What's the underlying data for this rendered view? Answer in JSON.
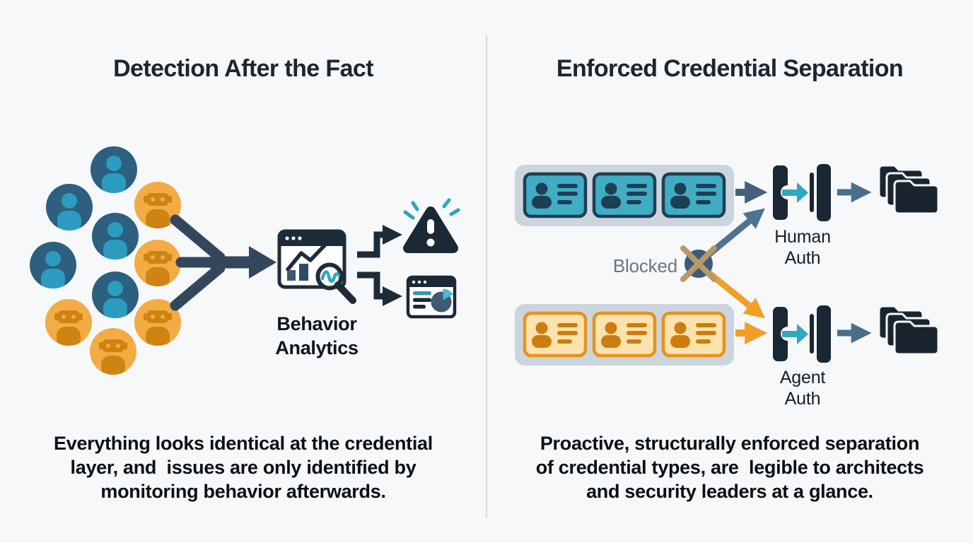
{
  "panels": {
    "left": {
      "title": "Detection After the Fact",
      "analytics_label": [
        "Behavior",
        "Analytics"
      ],
      "caption": [
        "Everything looks identical at the credential",
        "layer, and  issues are only identified by",
        "monitoring behavior afterwards."
      ]
    },
    "right": {
      "title": "Enforced Credential Separation",
      "blocked_label": "Blocked",
      "human_auth_label": [
        "Human",
        "Auth"
      ],
      "agent_auth_label": [
        "Agent",
        "Auth"
      ],
      "caption": [
        "Proactive, structurally enforced separation",
        "of credential types, are  legible to architects",
        "and security leaders at a glance."
      ]
    }
  },
  "icons": {
    "user-icon": "person silhouette in dark blue circle",
    "robot-icon": "robot face in orange circle",
    "merge-arrow-icon": "three paths merging into one right arrow",
    "behavior-analytics-icon": "browser window with line chart, bars and magnifier",
    "alert-triangle-icon": "dark warning triangle with exclamation and teal sparks",
    "report-icon": "browser window with list lines and pie chart",
    "human-credential-card-icon": "blue ID badge card",
    "agent-credential-card-icon": "orange ID badge card",
    "blocked-x-icon": "dark circle with tan X cross",
    "auth-gate-icon": "two dark pillars with teal pass-through arrow",
    "folder-stack-icon": "stack of three dark folders",
    "arrow-icon": "right-pointing arrow"
  },
  "colors": {
    "background": "#f6f8f9",
    "divider": "#d5d9dc",
    "title_text": "#1c2630",
    "caption_text": "#0a1016",
    "muted_text": "#6b7681",
    "navy": "#1e2c3a",
    "steel_blue": "#44607c",
    "steel_light": "#4d7392",
    "teal": "#2fa8c0",
    "person_circle": "#2d5f7f",
    "person_glyph": "#2b9cc0",
    "robot_circle": "#f3ab44",
    "robot_glyph": "#cf8312",
    "card_blue_fill": "#41adc5",
    "card_blue_border": "#1d3f55",
    "card_orange_fill": "#fce2ad",
    "card_orange_border": "#e8921a",
    "card_orange_glyph": "#cc7d0e",
    "row_container": "#ccd5dd",
    "orange_arrow": "#f0a028",
    "blocked_circle": "#3e5a76",
    "blocked_x": "#b4996b"
  }
}
